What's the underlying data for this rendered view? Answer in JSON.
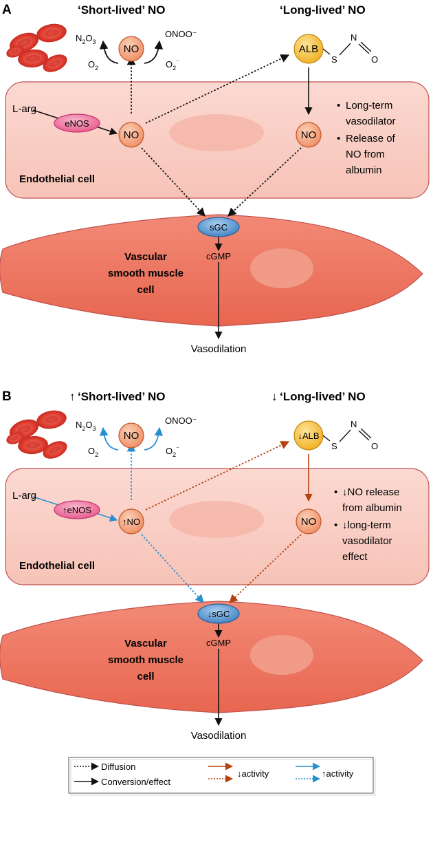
{
  "panel_a": {
    "letter": "A",
    "short_lived_title": "‘Short-lived’ NO",
    "long_lived_title": "‘Long-lived’ NO",
    "n2o3": {
      "base": "N",
      "sub1": "2",
      "mid": "O",
      "sub2": "3"
    },
    "onoo": "ONOO⁻",
    "o2": {
      "base": "O",
      "sub": "2"
    },
    "o2minus": {
      "base": "O",
      "sub": "2",
      "sup": "⁻"
    },
    "no_circulating": "NO",
    "alb": "ALB",
    "s_atom": "S",
    "n_atom": "N",
    "o_atom": "O",
    "larg": "L-arg",
    "enos": "eNOS",
    "no_endo": "NO",
    "no_alb": "NO",
    "endothelial_label": "Endothelial cell",
    "bullets": [
      "Long-term",
      "vasodilator",
      "Release of",
      "NO from",
      "albumin"
    ],
    "sgc": "sGC",
    "cgmp": "cGMP",
    "vsmc": [
      "Vascular",
      "smooth muscle",
      "cell"
    ],
    "vasodilation": "Vasodilation"
  },
  "panel_b": {
    "letter": "B",
    "up_arrow": "↑",
    "down_arrow": "↓",
    "short_lived_title": "‘Short-lived’ NO",
    "long_lived_title": "‘Long-lived’ NO",
    "n2o3": {
      "base": "N",
      "sub1": "2",
      "mid": "O",
      "sub2": "3"
    },
    "onoo": "ONOO⁻",
    "o2": {
      "base": "O",
      "sub": "2"
    },
    "o2minus": {
      "base": "O",
      "sub": "2",
      "sup": "⁻"
    },
    "no_circulating": "NO",
    "alb": "↓ALB",
    "s_atom": "S",
    "n_atom": "N",
    "o_atom": "O",
    "larg": "L-arg",
    "enos": "↑eNOS",
    "no_endo": "↑NO",
    "no_alb": "NO",
    "endothelial_label": "Endothelial cell",
    "bullets": [
      "↓NO release",
      "from albumin",
      "↓long-term",
      "vasodilator",
      "effect"
    ],
    "sgc": "↓sGC",
    "cgmp": "cGMP",
    "vsmc": [
      "Vascular",
      "smooth muscle",
      "cell"
    ],
    "vasodilation": "Vasodilation"
  },
  "legend": {
    "diffusion": "Diffusion",
    "conversion": "Conversion/effect",
    "decrease": "↓activity",
    "increase": "↑activity"
  },
  "colors": {
    "cell_fill": "#f9cfc6",
    "cell_stroke": "#c0504d",
    "smooth_fill": "#ef7a66",
    "no_fill": "#f6a27e",
    "alb_fill": "#f7c240",
    "enos_fill": "#ef6f9a",
    "sgc_fill": "#5d9bd3",
    "blue_arrow": "#2a8fd1",
    "red_arrow": "#b5410e"
  }
}
